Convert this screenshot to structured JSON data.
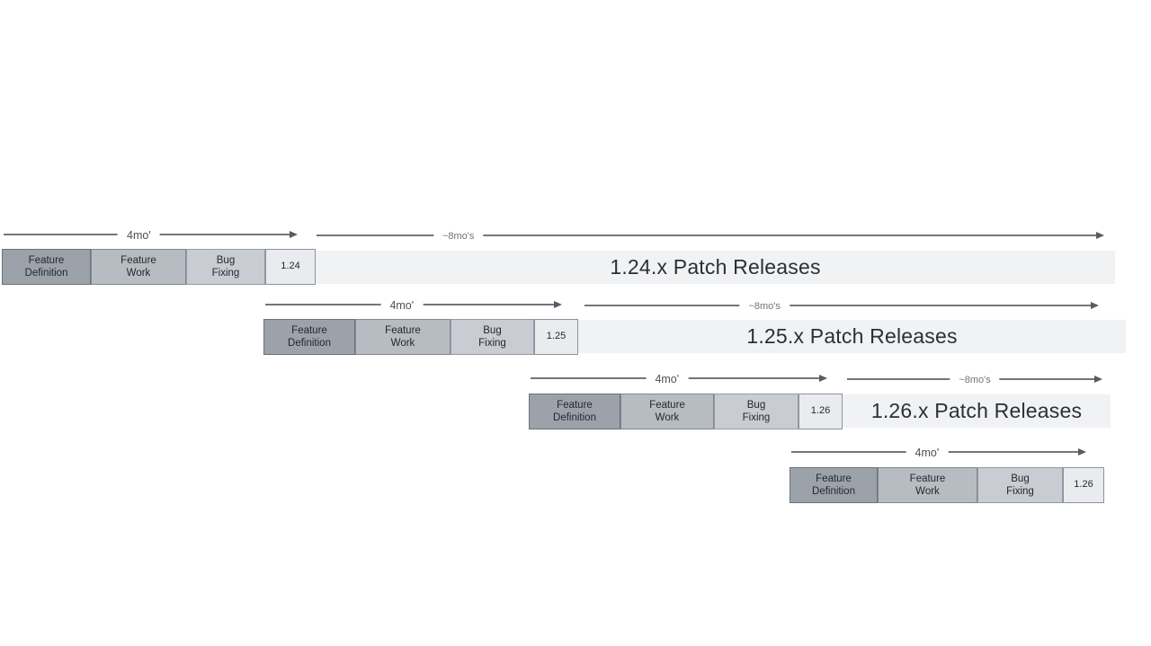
{
  "diagram_name": "release-cadence-timeline",
  "colors": {
    "feature_definition_fill": "#9ba2aa",
    "feature_work_fill": "#b7bcc3",
    "bug_fixing_fill": "#c9cdd3",
    "version_box_fill": "#e9ebee",
    "patch_bar_fill": "#f1f2f4"
  },
  "rows": [
    {
      "version": "1.24",
      "dev_arrow_label": "4mo'",
      "patch_arrow_label": "~8mo's",
      "phases": [
        {
          "line1": "Feature",
          "line2": "Definition"
        },
        {
          "line1": "Feature",
          "line2": "Work"
        },
        {
          "line1": "Bug",
          "line2": "Fixing"
        }
      ],
      "patch_label": "1.24.x Patch Releases"
    },
    {
      "version": "1.25",
      "dev_arrow_label": "4mo'",
      "patch_arrow_label": "~8mo's",
      "phases": [
        {
          "line1": "Feature",
          "line2": "Definition"
        },
        {
          "line1": "Feature",
          "line2": "Work"
        },
        {
          "line1": "Bug",
          "line2": "Fixing"
        }
      ],
      "patch_label": "1.25.x Patch Releases"
    },
    {
      "version": "1.26",
      "dev_arrow_label": "4mo'",
      "patch_arrow_label": "~8mo's",
      "phases": [
        {
          "line1": "Feature",
          "line2": "Definition"
        },
        {
          "line1": "Feature",
          "line2": "Work"
        },
        {
          "line1": "Bug",
          "line2": "Fixing"
        }
      ],
      "patch_label": "1.26.x Patch Releases"
    },
    {
      "version": "1.26",
      "dev_arrow_label": "4mo'",
      "phases": [
        {
          "line1": "Feature",
          "line2": "Definition"
        },
        {
          "line1": "Feature",
          "line2": "Work"
        },
        {
          "line1": "Bug",
          "line2": "Fixing"
        }
      ]
    }
  ]
}
